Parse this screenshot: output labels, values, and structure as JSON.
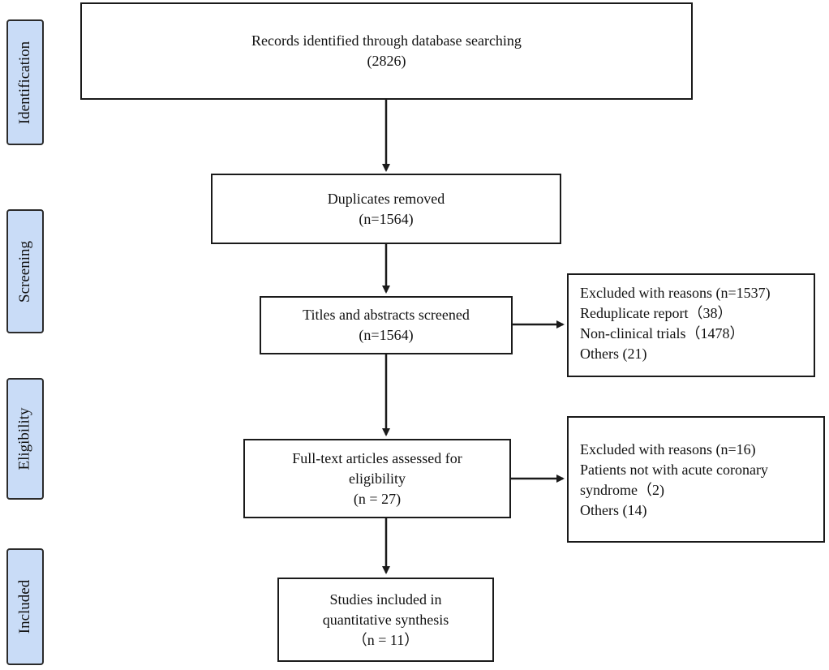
{
  "stages": {
    "identification": "Identification",
    "screening": "Screening",
    "eligibility": "Eligibility",
    "included": "Included"
  },
  "boxes": {
    "records_identified": {
      "line1": "Records identified through database searching",
      "line2": "(2826)"
    },
    "duplicates_removed": {
      "line1": "Duplicates removed",
      "line2": "(n=1564)"
    },
    "titles_screened": {
      "line1": "Titles and abstracts screened",
      "line2": "(n=1564)"
    },
    "excluded_screening": {
      "line1": "Excluded with reasons (n=1537)",
      "line2": "Reduplicate report（38）",
      "line3": "Non-clinical trials（1478）",
      "line4": "Others (21)"
    },
    "full_text": {
      "line1": "Full-text articles assessed for",
      "line2": "eligibility",
      "line3": "(n = 27)"
    },
    "excluded_eligibility": {
      "line1": "Excluded with reasons (n=16)",
      "line2": "Patients not with acute coronary",
      "line3": "syndrome（2)",
      "line4": "Others (14)"
    },
    "studies_included": {
      "line1": "Studies included in",
      "line2": "quantitative synthesis",
      "line3": "（n = 11）"
    }
  }
}
